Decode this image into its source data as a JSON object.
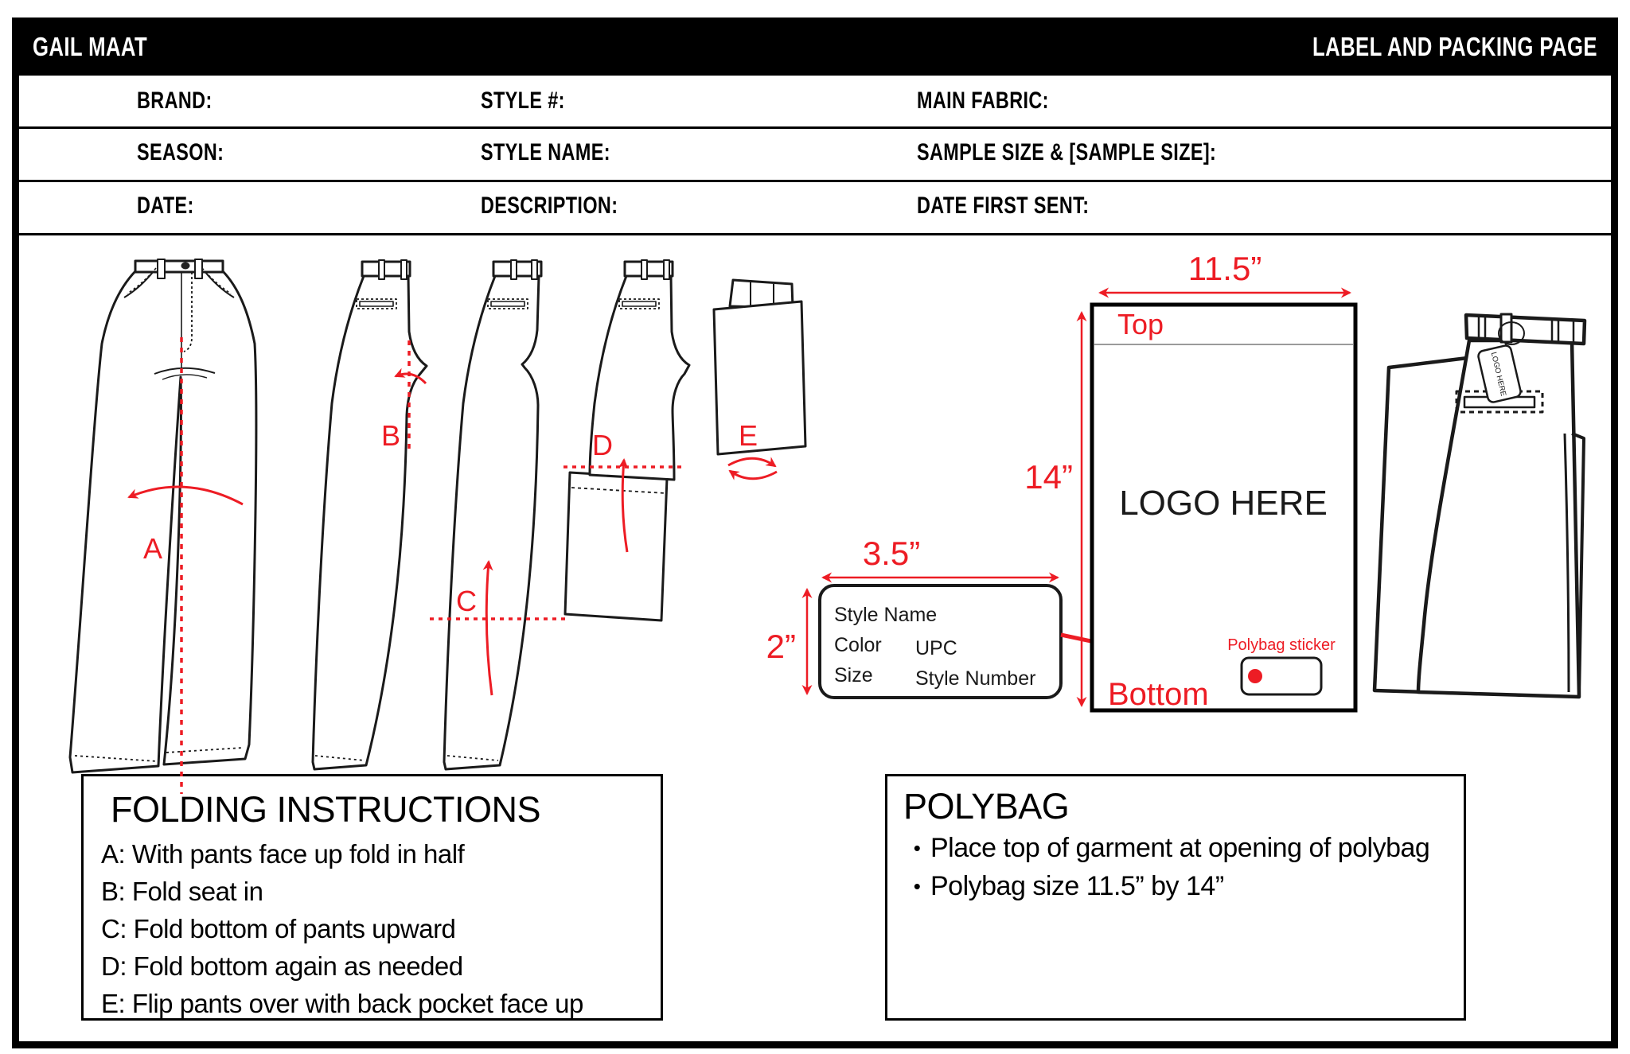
{
  "header": {
    "brand": "GAIL MAAT",
    "page_title": "LABEL AND PACKING PAGE"
  },
  "info_table": {
    "rows": [
      {
        "c1": "BRAND:",
        "c2": "STYLE #:",
        "c3": "MAIN FABRIC:"
      },
      {
        "c1": "SEASON:",
        "c2": "STYLE NAME:",
        "c3": "SAMPLE SIZE & [SAMPLE SIZE]:"
      },
      {
        "c1": "DATE:",
        "c2": "DESCRIPTION:",
        "c3": "DATE FIRST SENT:"
      }
    ]
  },
  "diagram": {
    "step_labels": {
      "a": "A",
      "b": "B",
      "c": "C",
      "d": "D",
      "e": "E"
    },
    "polybag": {
      "width": "11.5”",
      "height": "14”",
      "top": "Top",
      "bottom": "Bottom",
      "logo": "LOGO HERE",
      "sticker_callout": "Polybag sticker"
    },
    "sticker": {
      "width": "3.5”",
      "height": "2”",
      "field_style_name": "Style Name",
      "field_color": "Color",
      "field_upc": "UPC",
      "field_size": "Size",
      "field_style_number": "Style Number"
    },
    "hang_tag": "LOGO HERE"
  },
  "folding_instructions": {
    "title": "FOLDING INSTRUCTIONS",
    "steps": [
      "A: With pants face up fold in half",
      "B: Fold seat in",
      "C: Fold bottom of pants upward",
      "D: Fold bottom again as needed",
      "E: Flip pants over with back pocket face up"
    ]
  },
  "polybag_box": {
    "title": "POLYBAG",
    "bullet": "•",
    "bullets": [
      "Place top of garment at opening of polybag",
      "Polybag size 11.5” by 14”"
    ]
  },
  "colors": {
    "accent_red": "#ED1C24",
    "ink": "#000000"
  }
}
